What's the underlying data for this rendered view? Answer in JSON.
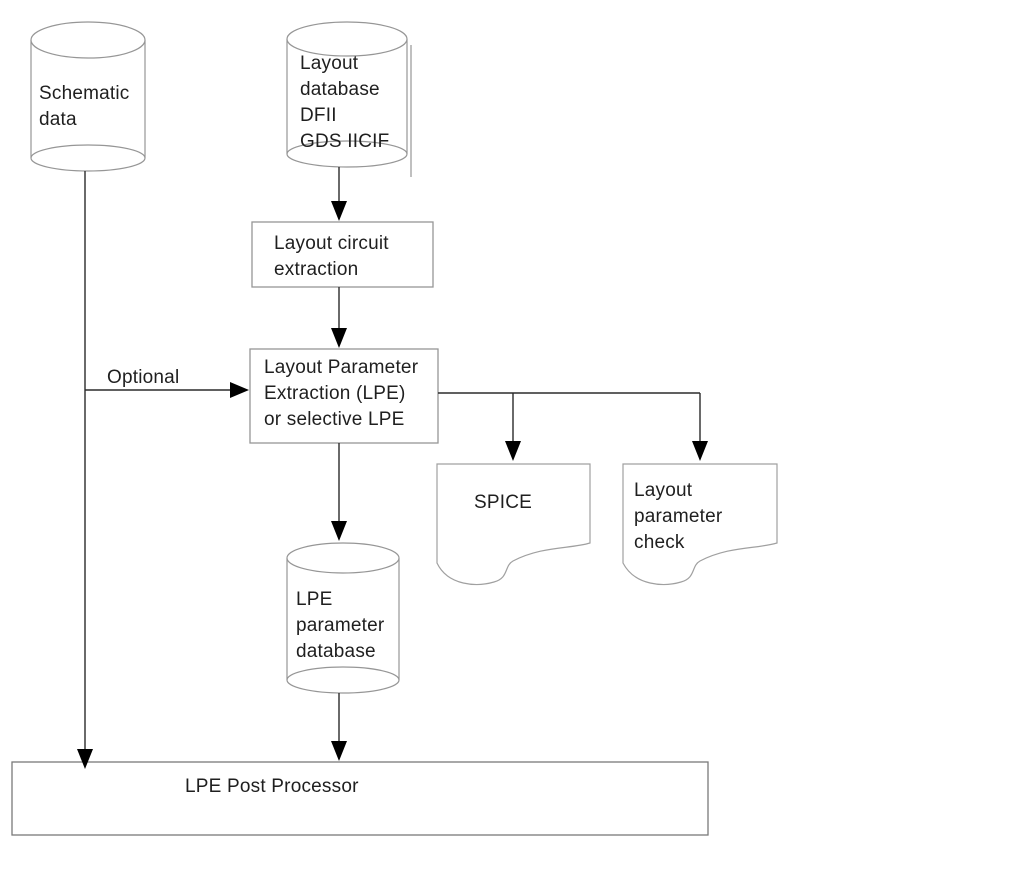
{
  "diagram": {
    "type": "flowchart",
    "colors": {
      "background": "#ffffff",
      "shape_border": "#969696",
      "document_border": "#a0a0a0",
      "connector": "#2b2b2b",
      "arrowhead": "#000000",
      "text": "#1f1f1f"
    },
    "nodes": {
      "schematic_data": {
        "shape": "database-cylinder",
        "label": "Schematic\ndata"
      },
      "layout_database": {
        "shape": "database-cylinder",
        "label": "Layout\ndatabase\nDFII\nGDS IICIF"
      },
      "layout_circuit_extraction": {
        "shape": "process-box",
        "label": "Layout circuit\nextraction"
      },
      "lpe": {
        "shape": "process-box",
        "label": "Layout Parameter\nExtraction (LPE)\nor selective LPE"
      },
      "spice": {
        "shape": "document",
        "label": "SPICE"
      },
      "layout_parameter_check": {
        "shape": "document",
        "label": "Layout\nparameter\ncheck"
      },
      "lpe_parameter_database": {
        "shape": "database-cylinder",
        "label": "LPE\nparameter\ndatabase"
      },
      "lpe_post_processor": {
        "shape": "process-box",
        "label": "LPE Post Processor"
      }
    },
    "edges": {
      "optional_label": "Optional",
      "connections": [
        {
          "from": "layout_database",
          "to": "layout_circuit_extraction"
        },
        {
          "from": "layout_circuit_extraction",
          "to": "lpe"
        },
        {
          "from": "schematic_data",
          "to": "lpe",
          "label": "Optional"
        },
        {
          "from": "schematic_data",
          "to": "lpe_post_processor"
        },
        {
          "from": "lpe",
          "to": "spice"
        },
        {
          "from": "lpe",
          "to": "layout_parameter_check"
        },
        {
          "from": "lpe",
          "to": "lpe_parameter_database"
        },
        {
          "from": "lpe_parameter_database",
          "to": "lpe_post_processor"
        }
      ]
    }
  }
}
